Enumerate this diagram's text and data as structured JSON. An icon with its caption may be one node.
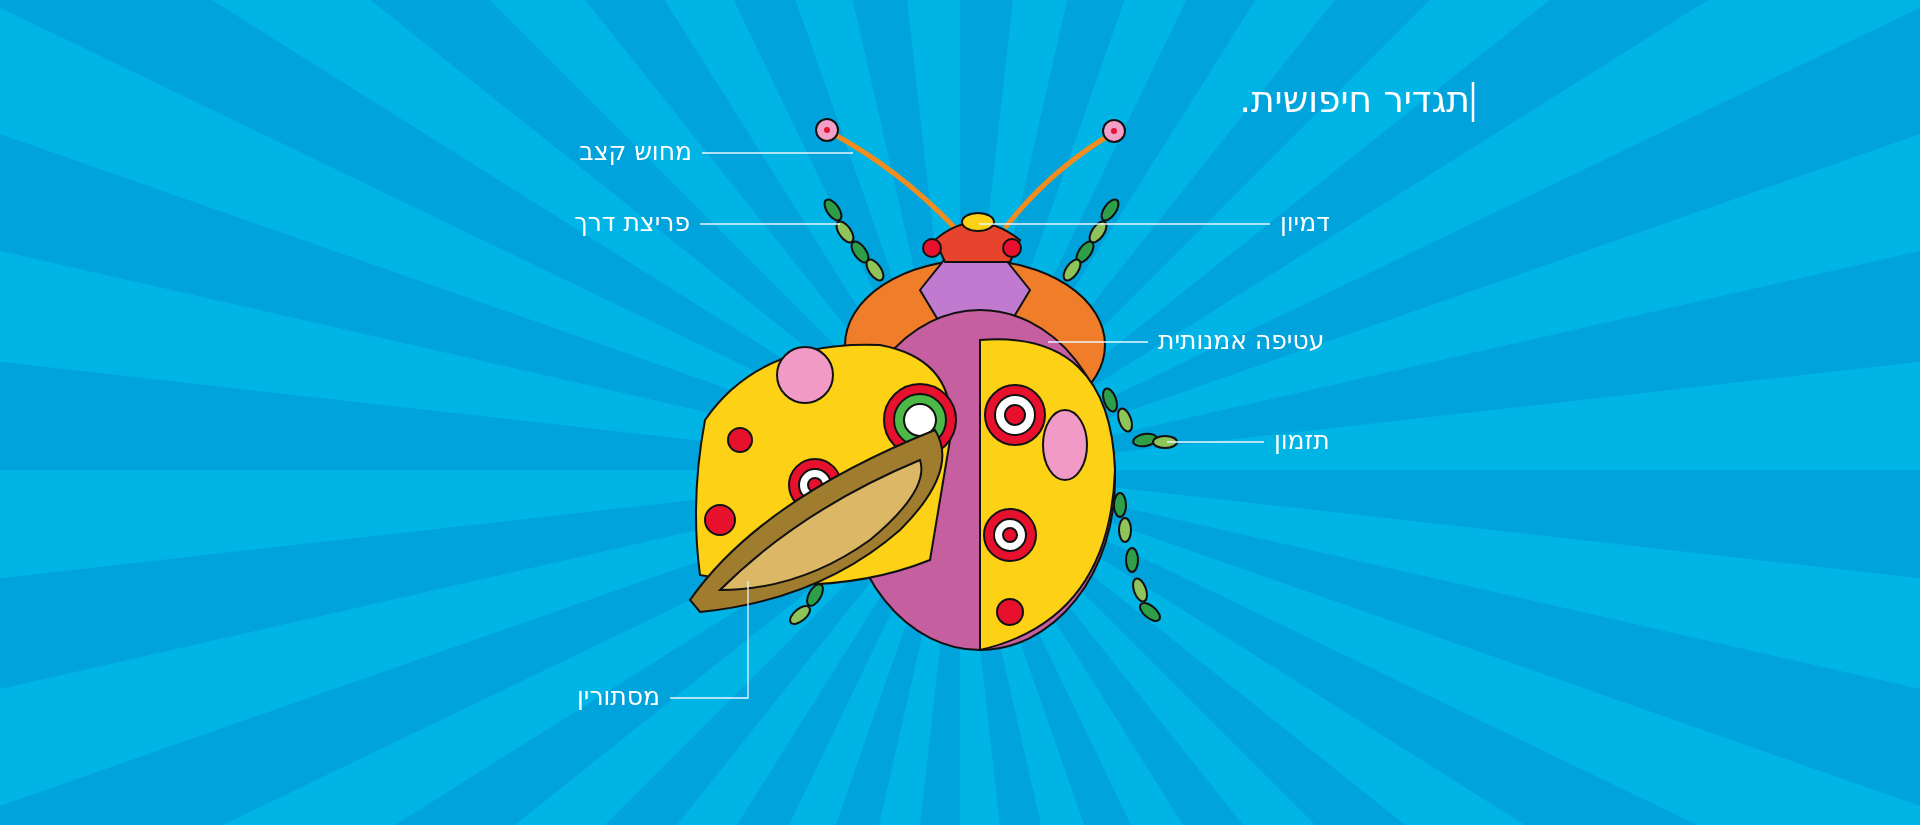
{
  "diagram": {
    "title": "תגדיר חיפושית.",
    "nodes": [
      {
        "text": [
          "מחוש קצב"
        ]
      },
      {
        "text": [
          "פריצת דרך"
        ]
      },
      {
        "text": [
          "דמיון"
        ]
      },
      {
        "text": [
          "עטיפה אמנותית"
        ]
      },
      {
        "text": [
          "תזמון"
        ]
      },
      {
        "text": [
          "מסתורין"
        ]
      }
    ],
    "edges": [
      {
        "from": 0,
        "to": null,
        "arrow": "none"
      },
      {
        "from": 1,
        "to": null,
        "arrow": "none"
      },
      {
        "from": 2,
        "to": null,
        "arrow": "none"
      },
      {
        "from": 3,
        "to": null,
        "arrow": "none"
      },
      {
        "from": 4,
        "to": null,
        "arrow": "none"
      },
      {
        "from": 5,
        "to": null,
        "arrow": "none"
      }
    ]
  }
}
